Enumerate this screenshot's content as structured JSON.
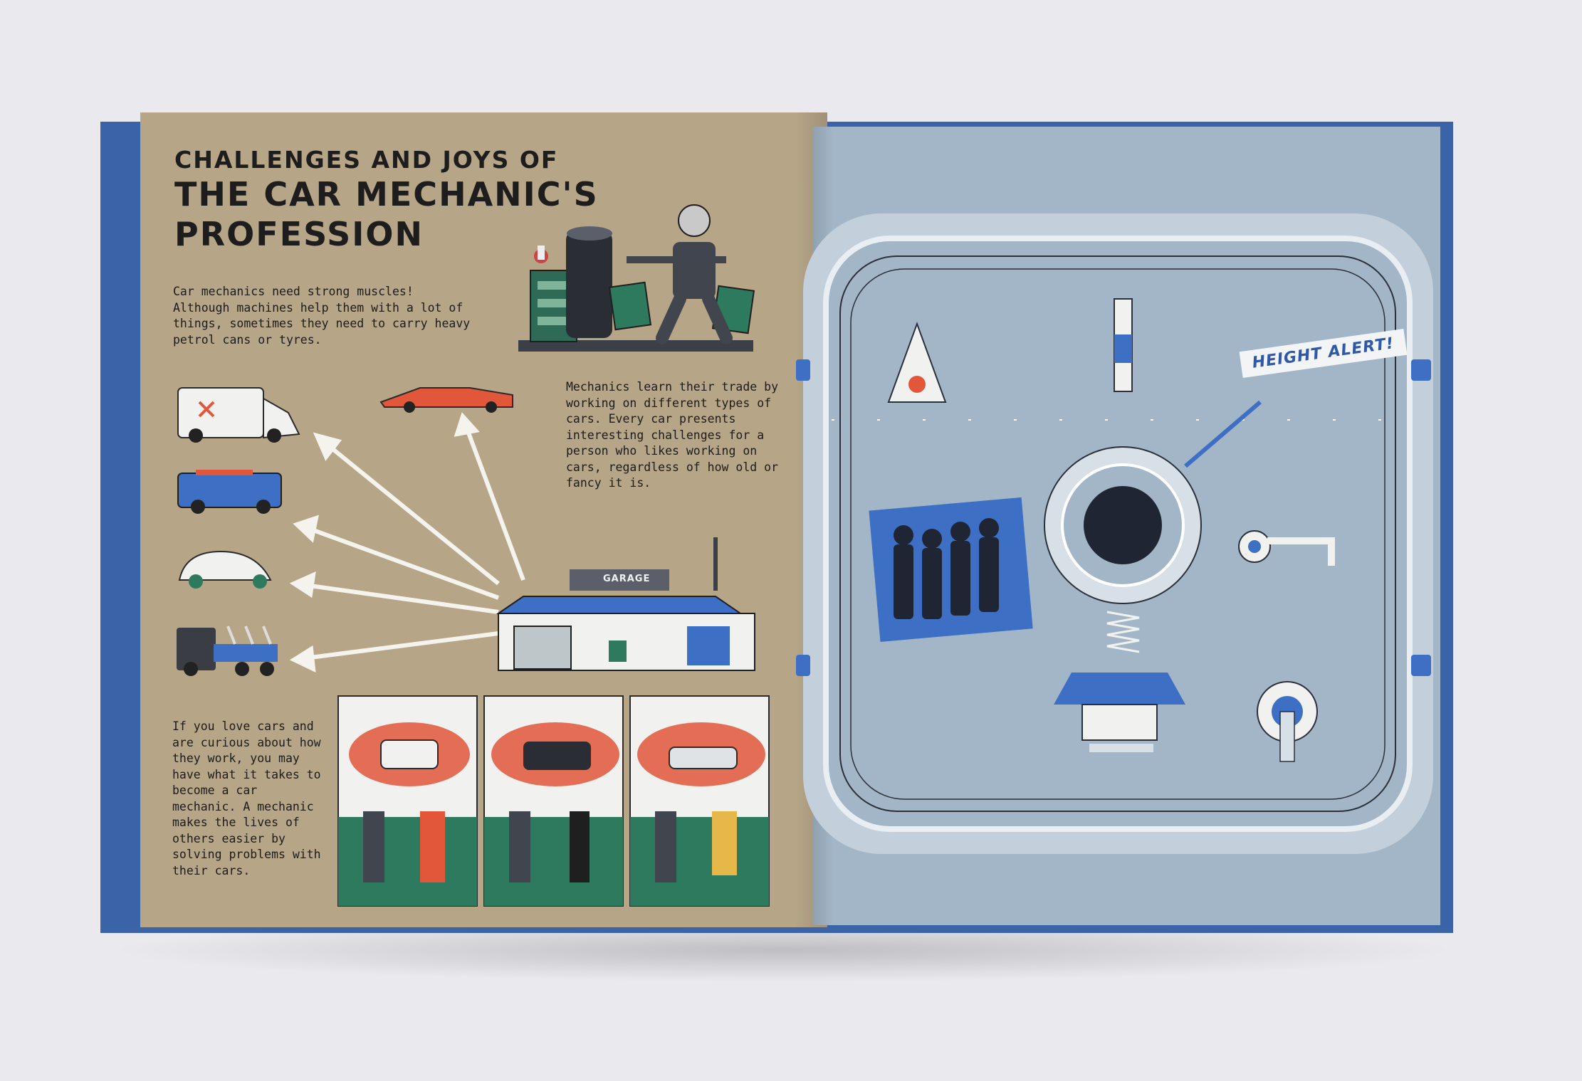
{
  "heading": {
    "line1": "CHALLENGES AND JOYS OF",
    "line2": "THE CAR MECHANIC'S",
    "line3": "PROFESSION"
  },
  "paragraphs": {
    "muscles": "Car mechanics need strong muscles! Although machines help them with a lot of things, sometimes they need to carry heavy petrol cans or tyres.",
    "trade": "Mechanics learn their trade by working on different types of cars. Every car presents interesting challenges for a person who likes working on cars, regardless of how old or fancy it is.",
    "love": "If you love cars and are curious about how they work, you may have what it takes to become a car mechanic. A mechanic makes the lives of others easier by solving problems with their cars."
  },
  "labels": {
    "garage_sign": "GARAGE",
    "height_alert": "HEIGHT ALERT!"
  },
  "colors": {
    "cover": "#3b63a8",
    "left_page": "#b6a587",
    "right_page": "#a3b6c7",
    "accent_blue": "#3d6fc4",
    "accent_red": "#e2563a",
    "accent_green": "#2e7a5e"
  },
  "icons": [
    "warning-triangle-icon",
    "group-photo",
    "porthole",
    "gauge-icon",
    "lift-platform"
  ]
}
